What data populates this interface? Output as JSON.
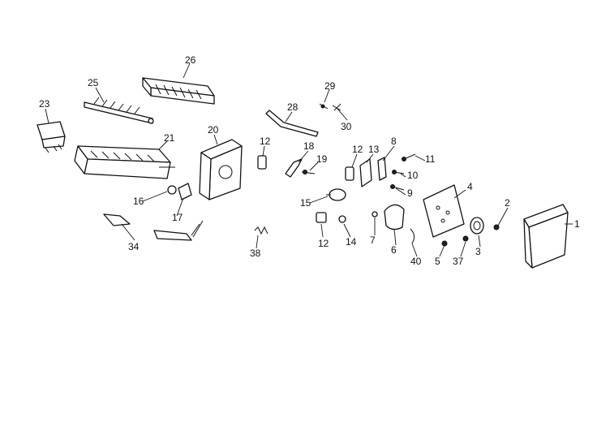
{
  "callouts": {
    "c1": "1",
    "c2": "2",
    "c3": "3",
    "c4": "4",
    "c5": "5",
    "c6": "6",
    "c7": "7",
    "c8": "8",
    "c9": "9",
    "c10": "10",
    "c11": "11",
    "c12a": "12",
    "c12b": "12",
    "c12c": "12",
    "c13": "13",
    "c14": "14",
    "c15": "15",
    "c16": "16",
    "c17": "17",
    "c18": "18",
    "c19": "19",
    "c20": "20",
    "c21": "21",
    "c23": "23",
    "c25": "25",
    "c26": "26",
    "c28": "28",
    "c29": "29",
    "c30": "30",
    "c34": "34",
    "c37": "37",
    "c38": "38",
    "c40": "40"
  }
}
